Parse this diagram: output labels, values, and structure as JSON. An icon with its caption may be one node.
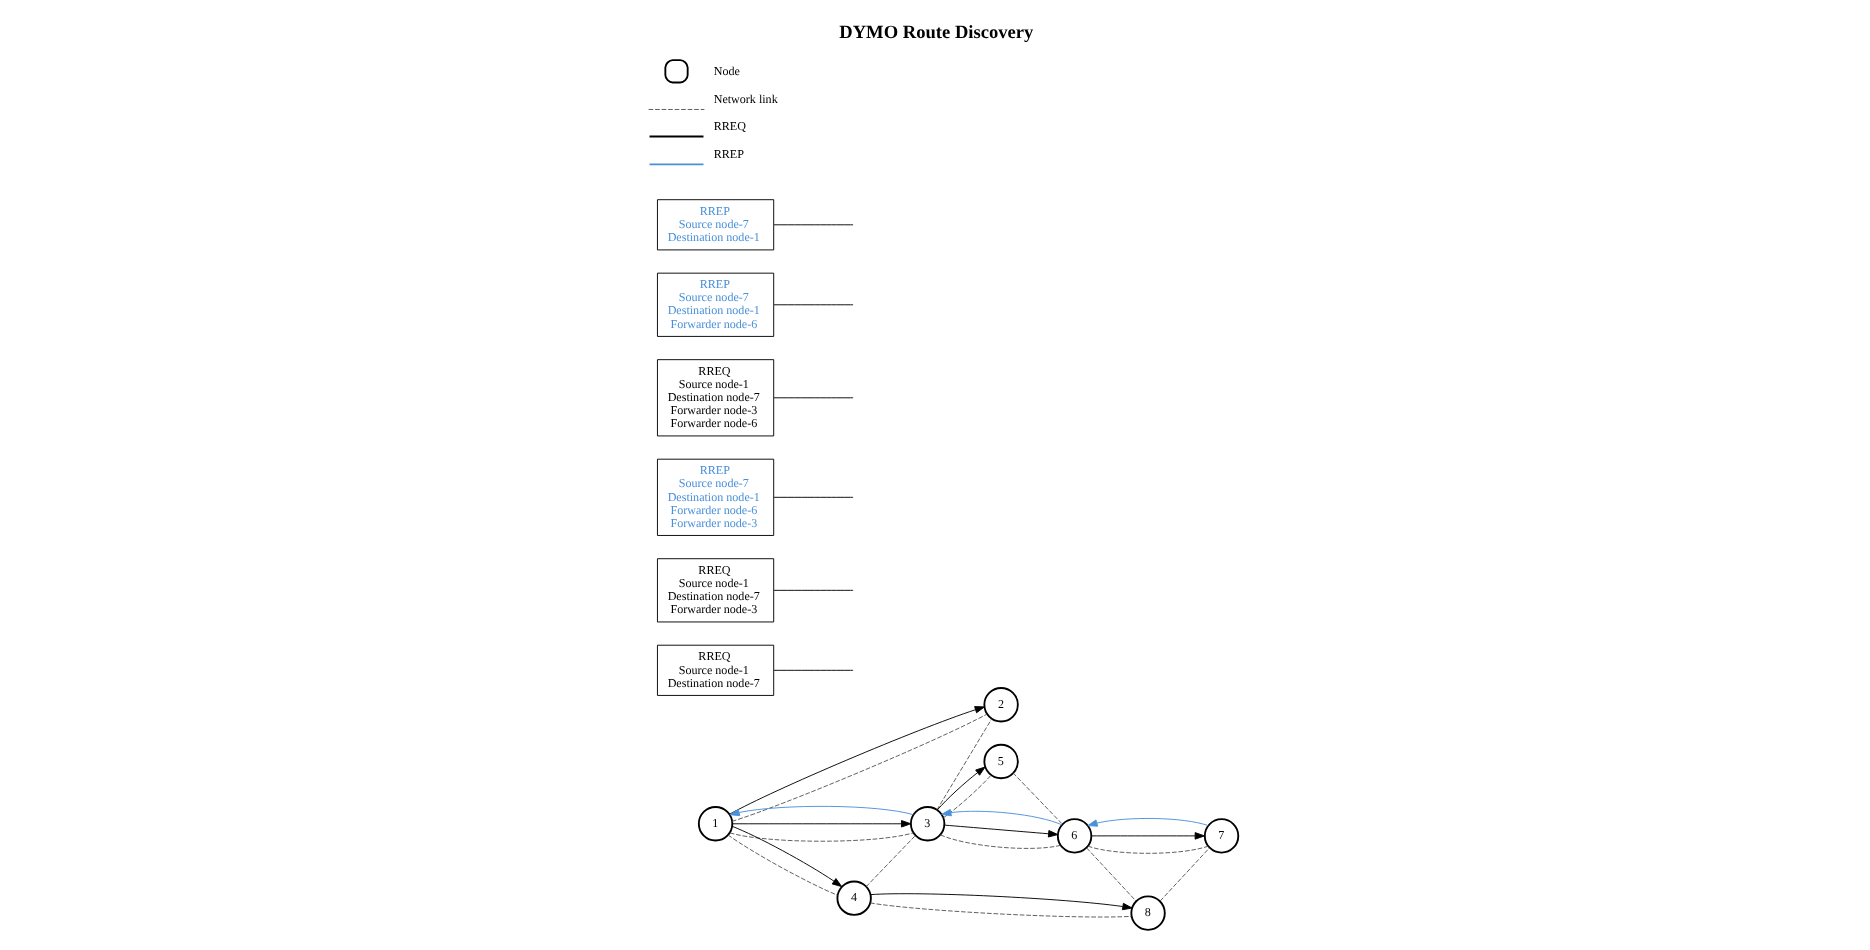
{
  "diagram": {
    "title": "DYMO Route Discovery",
    "nodes": [
      {
        "text": [
          "1"
        ]
      },
      {
        "text": [
          "2"
        ]
      },
      {
        "text": [
          "3"
        ]
      },
      {
        "text": [
          "4"
        ]
      },
      {
        "text": [
          "5"
        ]
      },
      {
        "text": [
          "6"
        ]
      },
      {
        "text": [
          "7"
        ]
      },
      {
        "text": [
          "8"
        ]
      },
      {
        "text": [
          "RREQ",
          "Source node-1 Destination node-7"
        ]
      },
      {
        "text": [
          "RREQ",
          "Source node-1 Destination node-7 Forwarder node-3"
        ]
      },
      {
        "text": [
          "RREP",
          "Source node-7 Destination node-1 Forwarder node-6 Forwarder node-3"
        ]
      },
      {
        "text": [
          "RREQ",
          "Source node-1 Destination node-7 Forwarder node-3 Forwarder node-6"
        ]
      },
      {
        "text": [
          "RREP",
          "Source node-7 Destination node-1 Forwarder node-6"
        ]
      },
      {
        "text": [
          "RREP",
          "Source node-7 Destination node-1"
        ]
      }
    ],
    "edges": [
      {
        "from": 0,
        "to": 1,
        "arrow": "none",
        "style": "dashed"
      },
      {
        "from": 0,
        "to": 3,
        "arrow": "none",
        "style": "dashed"
      },
      {
        "from": 0,
        "to": 2,
        "arrow": "none",
        "style": "dashed"
      },
      {
        "from": 3,
        "to": 2,
        "arrow": "none",
        "style": "dashed"
      },
      {
        "from": 3,
        "to": 7,
        "arrow": "none",
        "style": "dashed"
      },
      {
        "from": 2,
        "to": 1,
        "arrow": "none",
        "style": "dashed"
      },
      {
        "from": 2,
        "to": 4,
        "arrow": "none",
        "style": "dashed"
      },
      {
        "from": 2,
        "to": 5,
        "arrow": "none",
        "style": "dashed"
      },
      {
        "from": 5,
        "to": 7,
        "arrow": "none",
        "style": "dashed"
      },
      {
        "from": 5,
        "to": 6,
        "arrow": "none",
        "style": "dashed"
      },
      {
        "from": 7,
        "to": 6,
        "arrow": "none",
        "style": "dashed"
      },
      {
        "from": 4,
        "to": 5,
        "arrow": "none",
        "style": "dashed"
      },
      {
        "from": 0,
        "to": 1,
        "arrow": "to"
      },
      {
        "from": 0,
        "to": 3,
        "arrow": "to"
      },
      {
        "from": 0,
        "to": 2,
        "arrow": "to"
      },
      {
        "from": 3,
        "to": 7,
        "arrow": "to"
      },
      {
        "from": 2,
        "to": 5,
        "arrow": "to"
      },
      {
        "from": 2,
        "to": 4,
        "arrow": "to"
      },
      {
        "from": 5,
        "to": 6,
        "arrow": "to"
      },
      {
        "from": 6,
        "to": 5,
        "arrow": "to",
        "color": "#4a90d9"
      },
      {
        "from": 5,
        "to": 2,
        "arrow": "to",
        "color": "#4a90d9"
      },
      {
        "from": 2,
        "to": 0,
        "arrow": "to",
        "color": "#4a90d9"
      },
      {
        "from": 8,
        "to": null,
        "arrow": "none"
      },
      {
        "from": 9,
        "to": null,
        "arrow": "none"
      },
      {
        "from": 10,
        "to": null,
        "arrow": "none"
      },
      {
        "from": 11,
        "to": null,
        "arrow": "none"
      },
      {
        "from": 12,
        "to": null,
        "arrow": "none"
      },
      {
        "from": 13,
        "to": null,
        "arrow": "none"
      }
    ],
    "legend": [
      {
        "text": "Node"
      },
      {
        "text": "Network link"
      },
      {
        "text": "RREQ"
      },
      {
        "text": "RREP"
      }
    ]
  }
}
